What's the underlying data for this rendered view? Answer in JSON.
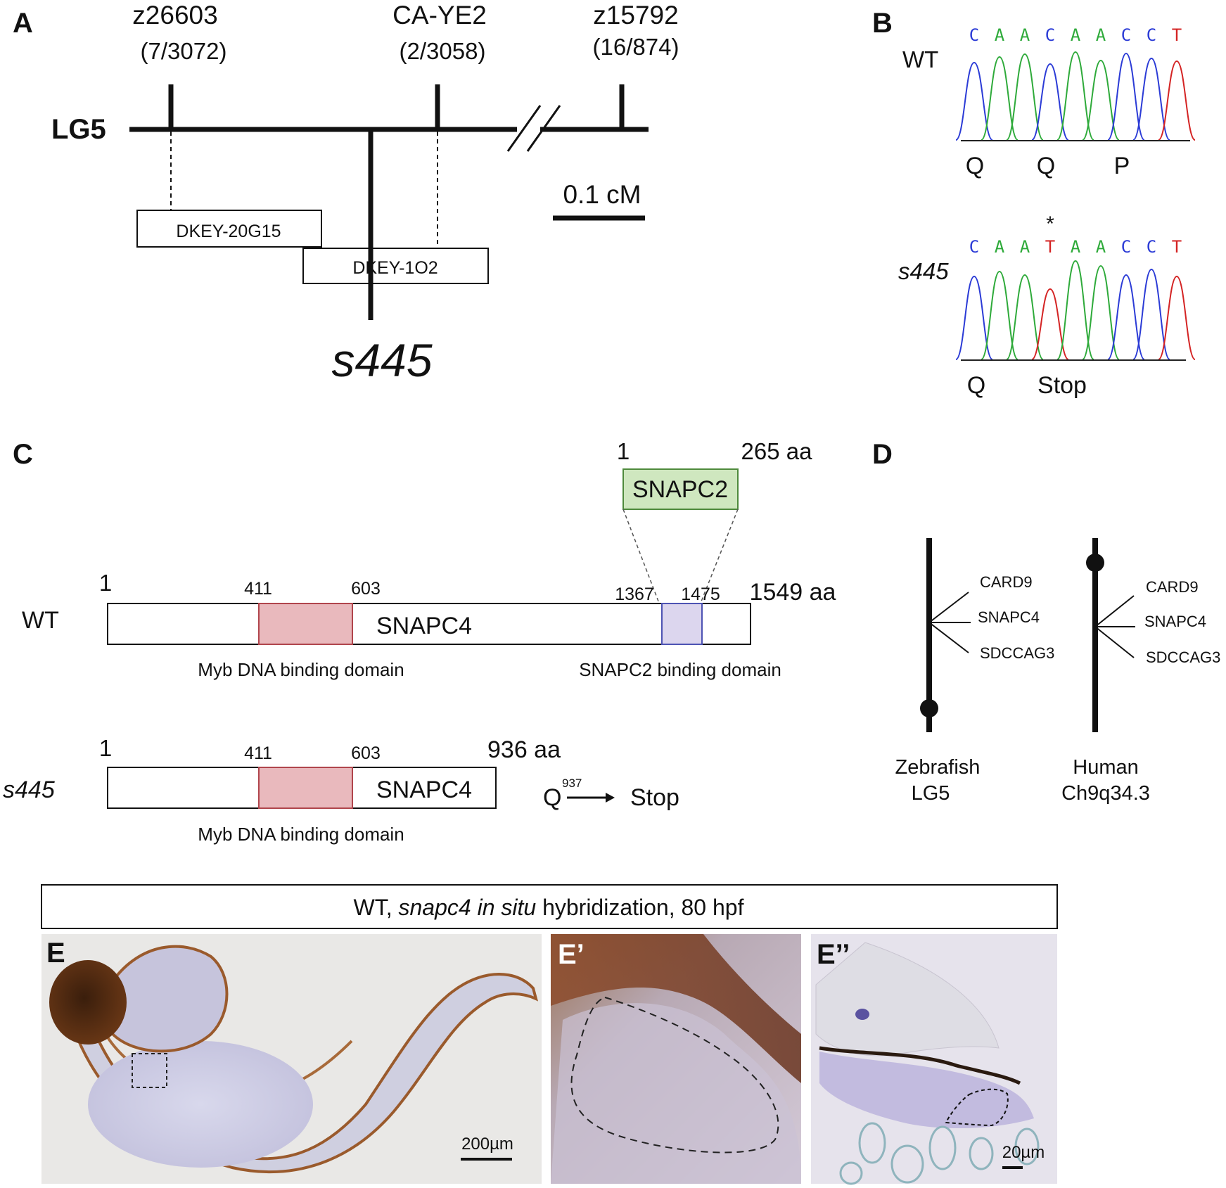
{
  "panel_letters": {
    "a": "A",
    "b": "B",
    "c": "C",
    "d": "D",
    "e": "E",
    "e1": "E’",
    "e2": "E’’"
  },
  "panel_a": {
    "chromosome_label": "LG5",
    "markers": [
      {
        "name": "z26603",
        "ratio": "(7/3072)"
      },
      {
        "name": "CA-YE2",
        "ratio": "(2/3058)"
      },
      {
        "name": "z15792",
        "ratio": "(16/874)"
      }
    ],
    "clones": [
      "DKEY-20G15",
      "DKEY-1O2"
    ],
    "mutant_label": "s445",
    "scale_label": "0.1 cM"
  },
  "panel_b": {
    "wt_label": "WT",
    "mutant_label": "s445",
    "wt_bases": [
      "C",
      "A",
      "A",
      "C",
      "A",
      "A",
      "C",
      "C",
      "T"
    ],
    "mut_bases": [
      "C",
      "A",
      "A",
      "T",
      "A",
      "A",
      "C",
      "C",
      "T"
    ],
    "mutation_marker": "*",
    "wt_aa": [
      "Q",
      "Q",
      "P"
    ],
    "mut_aa": [
      "Q",
      "Stop"
    ],
    "base_colors": {
      "C": "#2b3bd6",
      "A": "#2eaa3a",
      "T": "#d42424",
      "G": "#222222"
    }
  },
  "panel_c": {
    "snapc2": {
      "start": "1",
      "end": "265 aa",
      "label": "SNAPC2"
    },
    "wt": {
      "row_label": "WT",
      "start": "1",
      "myb_start": "411",
      "myb_end": "603",
      "snapc2_bd_start": "1367",
      "snapc2_bd_end": "1475",
      "length": "1549 aa",
      "protein": "SNAPC4",
      "myb_label": "Myb DNA binding domain",
      "snapc2_bd_label": "SNAPC2 binding domain"
    },
    "mutant": {
      "row_label": "s445",
      "start": "1",
      "myb_start": "411",
      "myb_end": "603",
      "length": "936 aa",
      "protein": "SNAPC4",
      "myb_label": "Myb DNA binding domain",
      "mutation_from": "Q",
      "mutation_pos": "937",
      "mutation_to": "Stop"
    },
    "colors": {
      "myb": "#e9b9bd",
      "myb_border": "#b0454c",
      "snapc2_bd": "#dcd6ee",
      "snapc2_bd_border": "#4d53b3",
      "snapc2_box": "#cfe7bf",
      "snapc2_border": "#4e8a3c"
    }
  },
  "panel_d": {
    "zebrafish": {
      "genes": [
        "CARD9",
        "SNAPC4",
        "SDCCAG3"
      ],
      "species": "Zebrafish",
      "locus": "LG5"
    },
    "human": {
      "genes": [
        "CARD9",
        "SNAPC4",
        "SDCCAG3"
      ],
      "species": "Human",
      "locus": "Ch9q34.3"
    }
  },
  "panel_e": {
    "banner": {
      "prefix": "WT,",
      "gene": "snapc4",
      "method_italic": "in situ",
      "method": "hybridization,",
      "stage": "80 hpf"
    },
    "scale_e": "200µm",
    "scale_e2": "20µm"
  }
}
